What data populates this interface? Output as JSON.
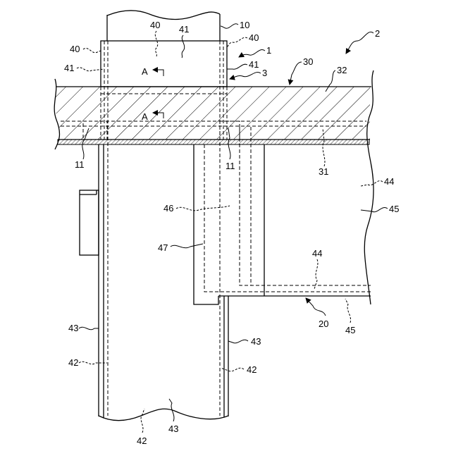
{
  "colors": {
    "line": "#000000",
    "background": "#ffffff"
  },
  "reference_numerals": [
    "2",
    "1",
    "10",
    "40",
    "41",
    "40",
    "40",
    "41",
    "41",
    "3",
    "30",
    "32",
    "A",
    "A",
    "11",
    "11",
    "31",
    "44",
    "45",
    "46",
    "47",
    "44",
    "20",
    "45",
    "43",
    "42",
    "43",
    "42",
    "43",
    "42"
  ]
}
